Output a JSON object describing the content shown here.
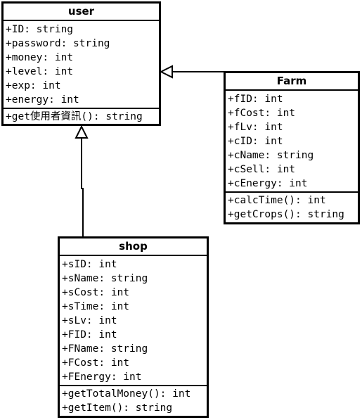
{
  "diagram": {
    "classes": {
      "user": {
        "name": "user",
        "attributes": [
          "+ID: string",
          "+password: string",
          "+money: int",
          "+level: int",
          "+exp: int",
          "+energy: int"
        ],
        "operations": [
          "+get使用者資訊(): string"
        ]
      },
      "farm": {
        "name": "Farm",
        "attributes": [
          "+fID: int",
          "+fCost: int",
          "+fLv: int",
          "+cID: int",
          "+cName: string",
          "+cSell: int",
          "+cEnergy: int"
        ],
        "operations": [
          "+calcTime(): int",
          "+getCrops(): string"
        ]
      },
      "shop": {
        "name": "shop",
        "attributes": [
          "+sID: int",
          "+sName: string",
          "+sCost: int",
          "+sTime: int",
          "+sLv: int",
          "+FID: int",
          "+FName: string",
          "+FCost: int",
          "+FEnergy: int"
        ],
        "operations": [
          "+getTotalMoney(): int",
          "+getItem(): string"
        ]
      }
    },
    "relations": [
      {
        "type": "generalization",
        "from": "farm",
        "to": "user"
      },
      {
        "type": "generalization",
        "from": "shop",
        "to": "user"
      }
    ]
  }
}
